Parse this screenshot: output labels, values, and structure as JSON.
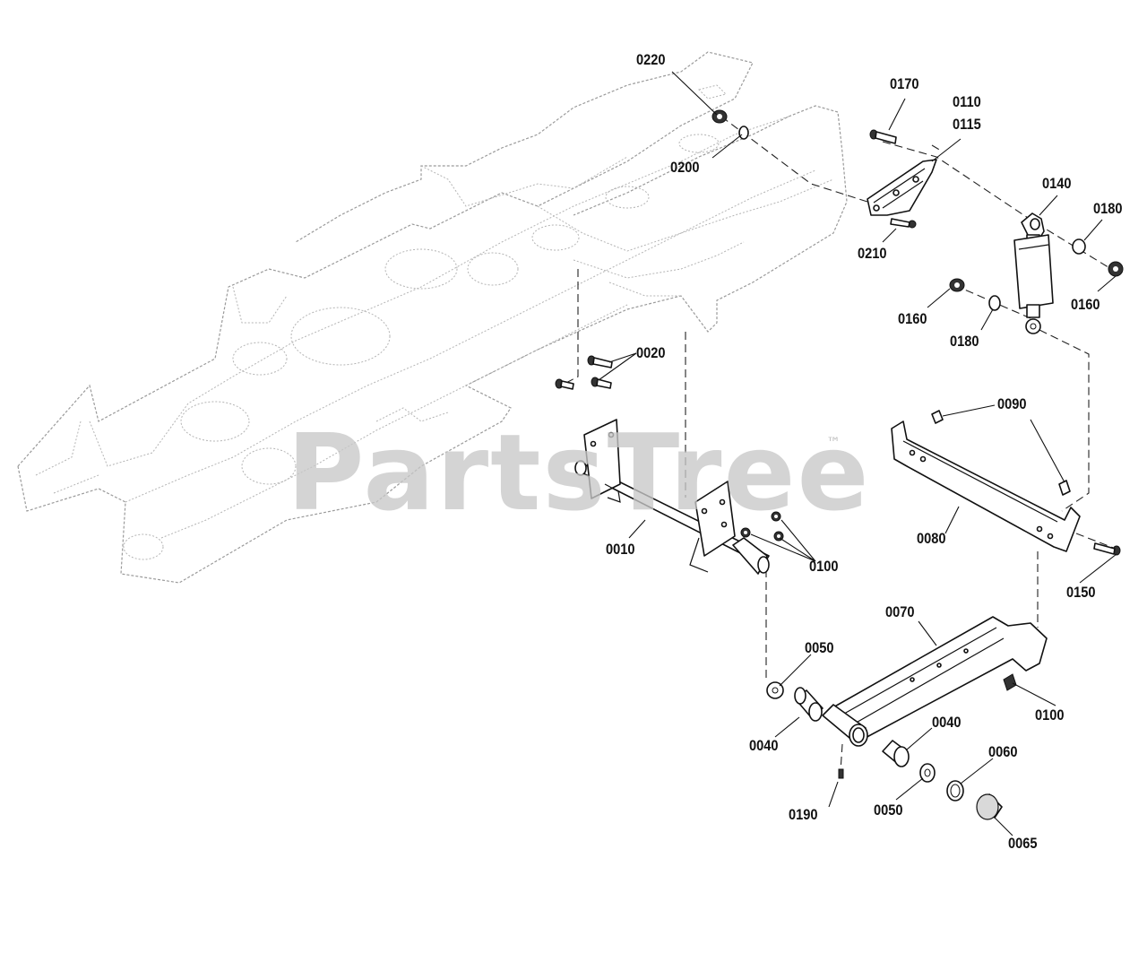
{
  "watermark": {
    "text": "PartsTree",
    "tm": "™"
  },
  "callouts": [
    {
      "id": "c0220",
      "text": "0220"
    },
    {
      "id": "c0200",
      "text": "0200"
    },
    {
      "id": "c0170",
      "text": "0170"
    },
    {
      "id": "c0110",
      "text": "0110"
    },
    {
      "id": "c0115",
      "text": "0115"
    },
    {
      "id": "c0210",
      "text": "0210"
    },
    {
      "id": "c0140",
      "text": "0140"
    },
    {
      "id": "c0180a",
      "text": "0180"
    },
    {
      "id": "c0160a",
      "text": "0160"
    },
    {
      "id": "c0160b",
      "text": "0160"
    },
    {
      "id": "c0180b",
      "text": "0180"
    },
    {
      "id": "c0020",
      "text": "0020"
    },
    {
      "id": "c0090",
      "text": "0090"
    },
    {
      "id": "c0010",
      "text": "0010"
    },
    {
      "id": "c0100a",
      "text": "0100"
    },
    {
      "id": "c0080",
      "text": "0080"
    },
    {
      "id": "c0150",
      "text": "0150"
    },
    {
      "id": "c0070",
      "text": "0070"
    },
    {
      "id": "c0050a",
      "text": "0050"
    },
    {
      "id": "c0100b",
      "text": "0100"
    },
    {
      "id": "c0040a",
      "text": "0040"
    },
    {
      "id": "c0040b",
      "text": "0040"
    },
    {
      "id": "c0060",
      "text": "0060"
    },
    {
      "id": "c0190",
      "text": "0190"
    },
    {
      "id": "c0050b",
      "text": "0050"
    },
    {
      "id": "c0065",
      "text": "0065"
    }
  ]
}
